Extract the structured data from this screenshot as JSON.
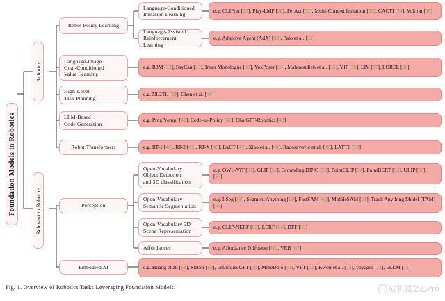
{
  "figure": {
    "caption_label": "Fig. 1.",
    "caption_text": "Overview of Robotics Tasks Leveraging Foundation Models.",
    "colors": {
      "node_fill": "#fdf6f6",
      "node_border": "#e8a9ad",
      "example_fill": "#f4aaa7",
      "example_border": "#e08b8b",
      "citation_text": "#7fa63f",
      "line": "#333333"
    }
  },
  "root": {
    "label": "Foundation Models in Robotics"
  },
  "branches": [
    {
      "id": "robotics",
      "label": "Robotics"
    },
    {
      "id": "relevant",
      "label": "Relevant to Robotics"
    }
  ],
  "categories": {
    "robot_policy_learning": "Robot Policy Learning",
    "lang_cond_imitation": "Language-Conditioned\nImitation Learning",
    "lang_assisted_rl": "Language-Assisted\nReinforcement Learning",
    "lang_image_value": "Language-Image\nGoal-Conditioned\nValue Learning",
    "high_level_task_planning": "High-Level\nTask Planning",
    "llm_code_generation": "LLM-Based\nCode Generation",
    "robot_transformers": "Robot Transformers",
    "perception": "Perception",
    "open_vocab_detection": "Open-Vocabulary\nObject Detection\nand 3D classification",
    "open_vocab_segmentation": "Open-Vocabulary\nSemantic Segmentation",
    "open_vocab_3d_scene": "Open-Vocabulary 3D\nScene Representation",
    "affordances": "Affordances",
    "embodied_ai": "Embodied AI"
  },
  "examples": {
    "lang_cond_imitation": "e.g. CLIPort [23], Play-LMP [28], PerAct [32], Multi-Context Imitation [29], CACTI [34], Voltron [30]",
    "lang_assisted_rl": "e.g. Adaptive Agent (AdA) [30], Palo et al. [35]",
    "lang_image_value": "e.g. R3M [33], SayCan [23], Inner Monologue [33], VoxPoser [34], Mahmoudieh et al. [35], VIP [36], LIV [37], LOREL [38]",
    "high_level_task_planning": "e.g. NL2TL [39], Chen et al. [40]",
    "llm_code_generation": "e.g. ProgPrompt [41], Code-as-Policy [42], ChatGPT-Robotics [43]",
    "robot_transformers": "e.g. RT-1 [44], RT-2 [45], RT-X [46], PACT [47], Xiao et al. [48], Radosavovic et al. [49], LATTE [50]",
    "open_vocab_detection": "e.g. OWL-ViT [51], GLIP [52], Grounding DINO [53], PointCLIP [54], PointBERT [55], ULIP [56], [57]",
    "open_vocab_segmentation": "e.g. LSeg [58], Segment Anything [59], FastSAM [60], MobileSAM [61], Track Anything Model (TAM) [62]",
    "open_vocab_3d_scene": "e.g. CLIP-NERF [63], LERF [64], DFF [65]",
    "affordances": "e.g. Affordance Diffusion [66], VRB [67]",
    "embodied_ai": "e.g. Huang et al. [68], Statler [69], EmbodiedGPT [70], MineDojo [71], VPT [72], Kwon et al. [73], Voyager [74], ELLM [75]"
  },
  "watermark": {
    "text": "@机器之心Pro",
    "logo": "circle-logo-icon"
  }
}
